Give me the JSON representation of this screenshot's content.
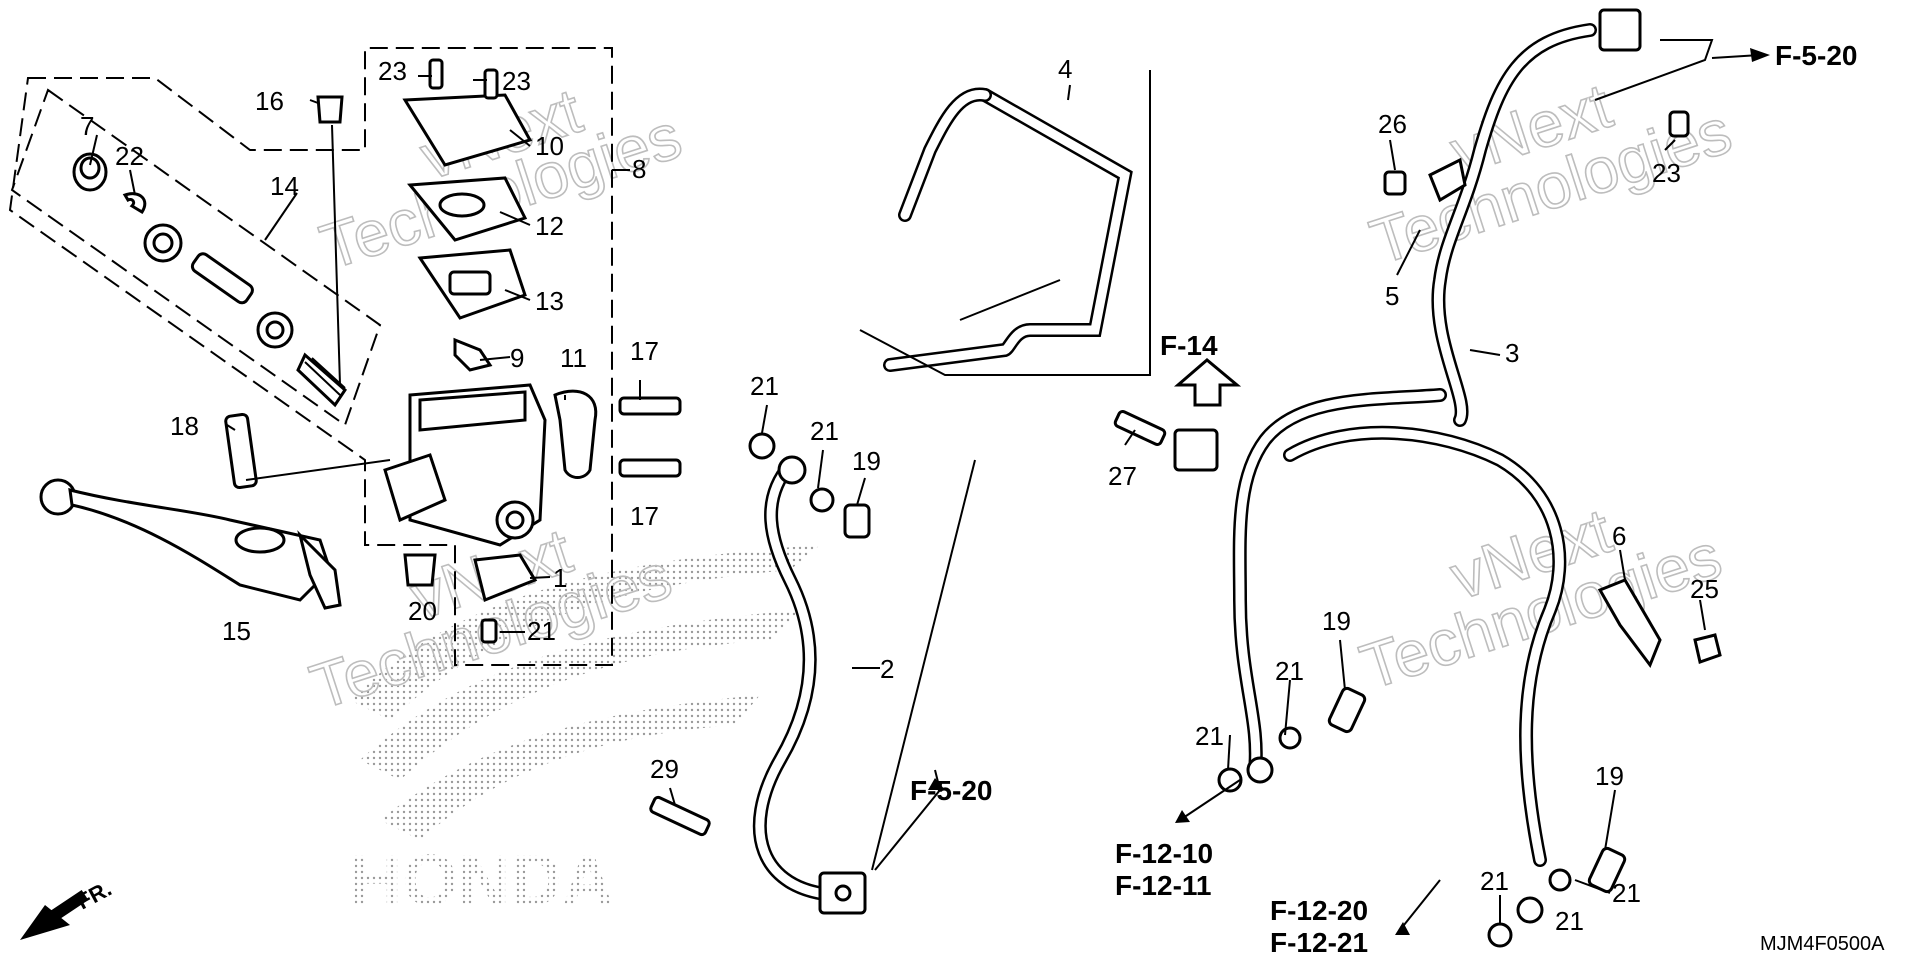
{
  "diagram": {
    "code": "MJM4F0500A",
    "watermark": {
      "line1": "vNext",
      "line2": "Technologies"
    },
    "brand_mark": "HONDA",
    "direction_label": "FR.",
    "callouts": {
      "p1": "1",
      "p2": "2",
      "p3": "3",
      "p4": "4",
      "p5": "5",
      "p6": "6",
      "p7": "7",
      "p8": "8",
      "p9": "9",
      "p10": "10",
      "p11": "11",
      "p12": "12",
      "p13": "13",
      "p14": "14",
      "p15": "15",
      "p16": "16",
      "p17a": "17",
      "p17b": "17",
      "p18": "18",
      "p19a": "19",
      "p19b": "19",
      "p19c": "19",
      "p20": "20",
      "p21a": "21",
      "p21b": "21",
      "p21c": "21",
      "p21d": "21",
      "p21e": "21",
      "p21f": "21",
      "p21g": "21",
      "p21h": "21",
      "p22": "22",
      "p23a": "23",
      "p23b": "23",
      "p23c": "23",
      "p25": "25",
      "p26": "26",
      "p27": "27",
      "p29": "29"
    },
    "references": {
      "f520_top": "F-5-20",
      "f520_mid": "F-5-20",
      "f14": "F-14",
      "f1210": "F-12-10",
      "f1211": "F-12-11",
      "f1220": "F-12-20",
      "f1221": "F-12-21"
    }
  }
}
